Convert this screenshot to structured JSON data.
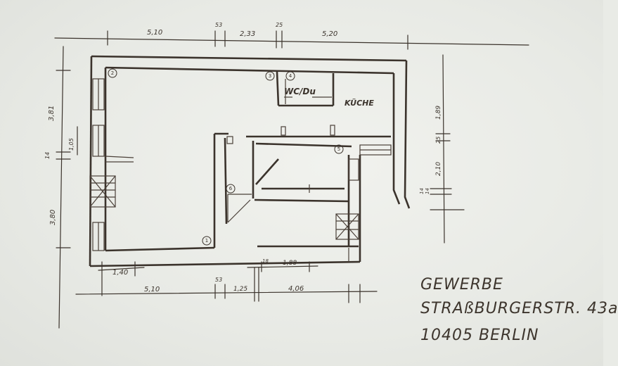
{
  "dimensions_top": [
    "5,10",
    "53",
    "2,33",
    "25",
    "5,20"
  ],
  "dimensions_bottom": [
    "1,40",
    "5,10",
    "53",
    "1,25",
    "4,06",
    "18",
    "1,88"
  ],
  "dimensions_left": [
    "3,81",
    "14",
    "1,05",
    "3,80"
  ],
  "dimensions_right": [
    "1,89",
    "25",
    "2,10",
    "14",
    "14"
  ],
  "rooms": [
    "WC/Du",
    "KÜCHE"
  ],
  "markers": [
    "1",
    "2",
    "3",
    "4",
    "5",
    "6"
  ],
  "title": {
    "line1": "GEWERBE",
    "line2": "STRAßBURGERSTR. 43a",
    "line3": "10405 BERLIN"
  },
  "colors": {
    "ink": "#3b332c",
    "paper": "#e9ebe6"
  }
}
